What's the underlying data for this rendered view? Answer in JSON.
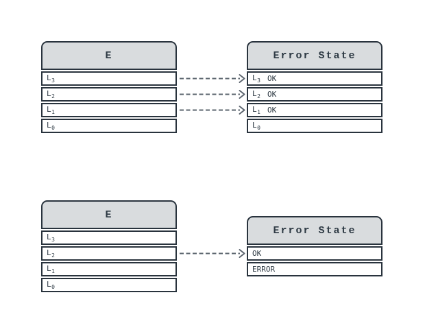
{
  "colors": {
    "background": "#ffffff",
    "table_border": "#29333d",
    "header_background": "#d9dcde",
    "text": "#2e3a44",
    "arrow": "#5b646e"
  },
  "top_diagram": {
    "left_table": {
      "title": "E",
      "rows": [
        {
          "base": "L",
          "sub": "3"
        },
        {
          "base": "L",
          "sub": "2"
        },
        {
          "base": "L",
          "sub": "1"
        },
        {
          "base": "L",
          "sub": "0"
        }
      ]
    },
    "right_table": {
      "title": "Error State",
      "rows": [
        {
          "base": "L",
          "sub": "3",
          "status": "OK"
        },
        {
          "base": "L",
          "sub": "2",
          "status": "OK"
        },
        {
          "base": "L",
          "sub": "1",
          "status": "OK"
        },
        {
          "base": "L",
          "sub": "0",
          "status": ""
        }
      ]
    },
    "connections": [
      {
        "style": "dashed",
        "direction": "right"
      },
      {
        "style": "dashed",
        "direction": "right"
      },
      {
        "style": "dashed",
        "direction": "right"
      }
    ]
  },
  "bottom_diagram": {
    "left_table": {
      "title": "E",
      "rows": [
        {
          "base": "L",
          "sub": "3"
        },
        {
          "base": "L",
          "sub": "2"
        },
        {
          "base": "L",
          "sub": "1"
        },
        {
          "base": "L",
          "sub": "0"
        }
      ]
    },
    "right_table": {
      "title": "Error State",
      "rows": [
        {
          "status": "OK"
        },
        {
          "status": "ERROR"
        }
      ]
    },
    "connections": [
      {
        "style": "dashed",
        "direction": "right"
      }
    ]
  }
}
